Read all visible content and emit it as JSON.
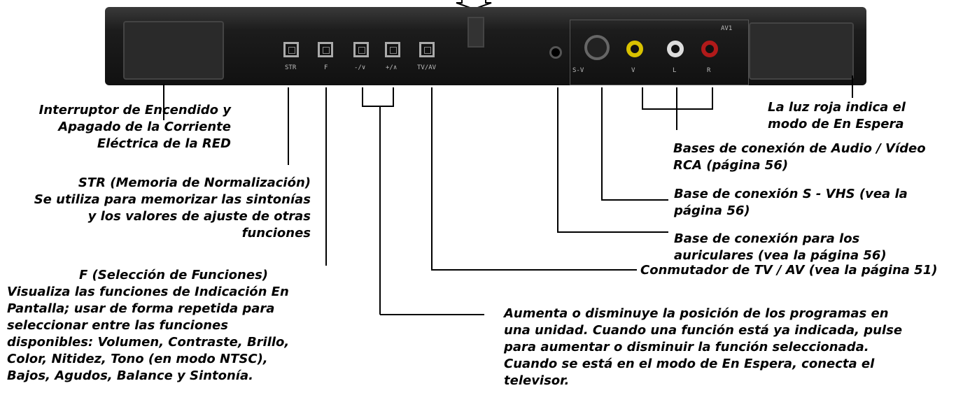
{
  "panel_markings": {
    "str": "STR",
    "f": "F",
    "down": "-/∨",
    "up": "+/∧",
    "tvav": "TV/AV",
    "av1": "AV1",
    "s": "S-V",
    "v": "V",
    "l": "L",
    "r": "R"
  },
  "labels": {
    "power": [
      "Interruptor de Encendido y",
      "Apagado de la Corriente",
      "Eléctrica de la RED"
    ],
    "str": [
      "STR (Memoria de Normalización)",
      "Se utiliza para memorizar las sintonías",
      "y los valores de ajuste de otras",
      "funciones"
    ],
    "f_title": "F (Selección de Funciones)",
    "f_body": [
      "Visualiza las funciones de Indicación En",
      "Pantalla; usar de forma repetida para",
      "seleccionar entre las funciones",
      "disponibles: Volumen, Contraste, Brillo,",
      "Color, Nitidez, Tono (en modo NTSC),",
      "Bajos, Agudos, Balance y Sintonía."
    ],
    "standby": [
      "La luz roja indica el",
      "modo de En Espera"
    ],
    "rca": [
      "Bases de conexión de Audio / Vídeo",
      "RCA (página 56)"
    ],
    "svhs": [
      "Base de conexión S - VHS (vea la",
      "página 56)"
    ],
    "headphones": [
      "Base de conexión para los",
      "auriculares (vea la página 56)"
    ],
    "tvav": "Conmutador de TV / AV (vea la página 51)",
    "updown": [
      "Aumenta o disminuye la posición de los programas en",
      "una unidad. Cuando una función está ya indicada, pulse",
      "para aumentar o disminuir la función seleccionada.",
      "Cuando se está en el modo de En Espera, conecta el",
      "televisor."
    ]
  },
  "colors": {
    "line": "#000000",
    "panel": "#1c1c1c",
    "text": "#000000"
  }
}
